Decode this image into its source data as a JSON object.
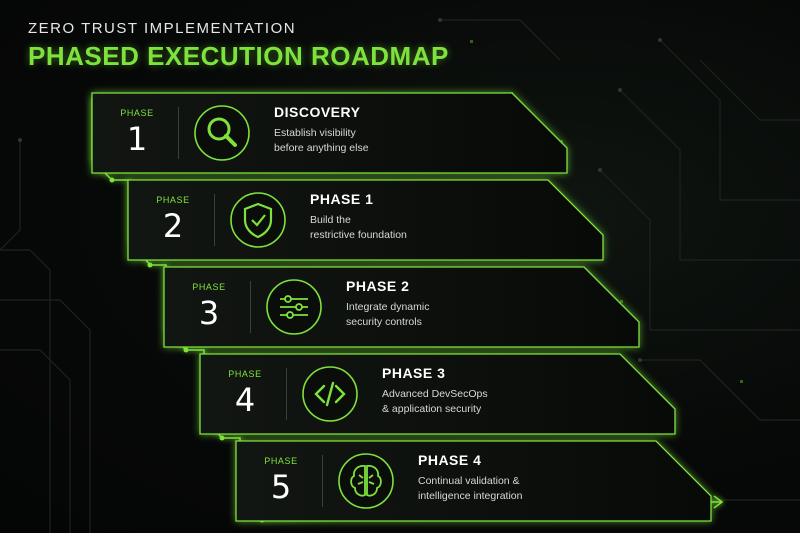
{
  "header": {
    "subtitle": "ZERO TRUST IMPLEMENTATION",
    "title": "PHASED EXECUTION ROADMAP"
  },
  "accent_color": "#7ee23c",
  "steps": [
    {
      "phase_label": "PHASE",
      "number": "1",
      "name": "DISCOVERY",
      "desc_line1": "Establish visibility",
      "desc_line2": "before anything else",
      "icon": "magnifier-icon"
    },
    {
      "phase_label": "PHASE",
      "number": "2",
      "name": "PHASE 1",
      "desc_line1": "Build the",
      "desc_line2": "restrictive foundation",
      "icon": "shield-check-icon"
    },
    {
      "phase_label": "PHASE",
      "number": "3",
      "name": "PHASE 2",
      "desc_line1": "Integrate dynamic",
      "desc_line2": "security controls",
      "icon": "sliders-icon"
    },
    {
      "phase_label": "PHASE",
      "number": "4",
      "name": "PHASE 3",
      "desc_line1": "Advanced DevSecOps",
      "desc_line2": "& application security",
      "icon": "code-icon"
    },
    {
      "phase_label": "PHASE",
      "number": "5",
      "name": "PHASE 4",
      "desc_line1": "Continual validation &",
      "desc_line2": "intelligence integration",
      "icon": "brain-icon"
    }
  ]
}
